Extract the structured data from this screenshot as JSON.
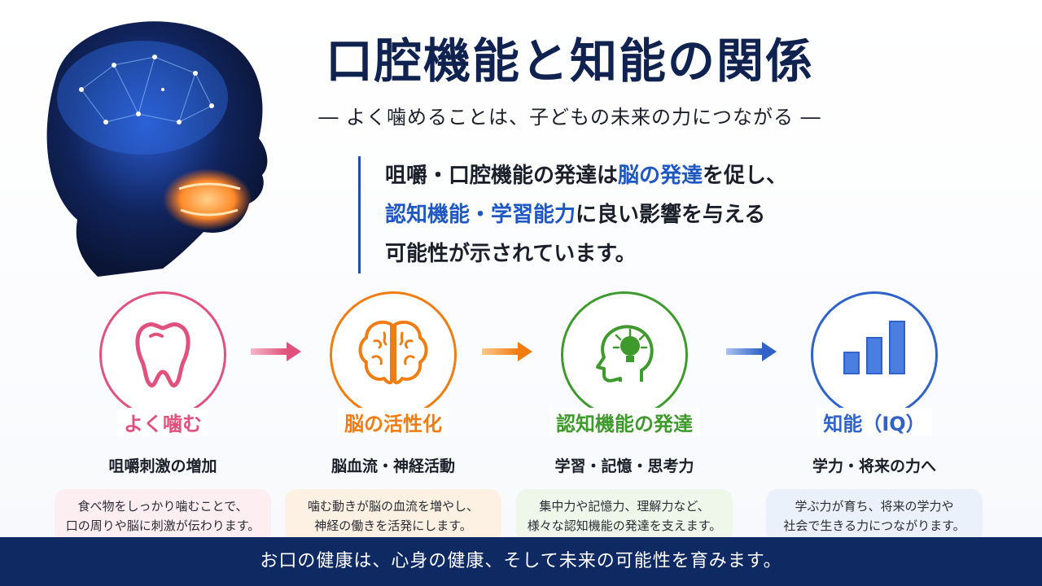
{
  "title": "口腔機能と知能の関係",
  "subtitle": "― よく噛めることは、子どもの未来の力につながる ―",
  "statement": {
    "line1_a": "咀嚼・口腔機能の発達は",
    "line1_hl": "脳の発達",
    "line1_b": "を促し、",
    "line2_hl": "認知機能・学習能力",
    "line2_b": "に良い影響を与える",
    "line3": "可能性が示されています。"
  },
  "steps": [
    {
      "label": "よく噛む",
      "sub": "咀嚼刺激の増加",
      "note1": "食べ物をしっかり噛むことで、",
      "note2": "口の周りや脳に刺激が伝わります。",
      "color": "#e0527d",
      "icon": "tooth-icon"
    },
    {
      "label": "脳の活性化",
      "sub": "脳血流・神経活動",
      "note1": "噛む動きが脳の血流を増やし、",
      "note2": "神経の働きを活発にします。",
      "color": "#f07c12",
      "icon": "brain-icon"
    },
    {
      "label": "認知機能の発達",
      "sub": "学習・記憶・思考力",
      "note1": "集中力や記憶力、理解力など、",
      "note2": "様々な認知機能の発達を支えます。",
      "color": "#3f9a2d",
      "icon": "head-lightbulb-icon"
    },
    {
      "label": "知能（IQ）",
      "sub": "学力・将来の力へ",
      "note1": "学ぶ力が育ち、将来の学力や",
      "note2": "社会で生きる力につながります。",
      "color": "#2f63c9",
      "icon": "bar-chart-icon"
    }
  ],
  "footer": "お口の健康は、心身の健康、そして未来の可能性を育みます。"
}
